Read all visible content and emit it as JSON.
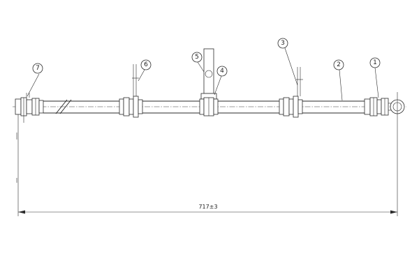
{
  "dimension": {
    "overall_length": "717±3"
  },
  "callouts": [
    {
      "id": "callout-1",
      "label": "1"
    },
    {
      "id": "callout-2",
      "label": "2"
    },
    {
      "id": "callout-3",
      "label": "3"
    },
    {
      "id": "callout-4",
      "label": "4"
    },
    {
      "id": "callout-5",
      "label": "5"
    },
    {
      "id": "callout-6",
      "label": "6"
    },
    {
      "id": "callout-7",
      "label": "7"
    }
  ],
  "colors": {
    "line": "#2a2a2a",
    "background": "#ffffff"
  }
}
